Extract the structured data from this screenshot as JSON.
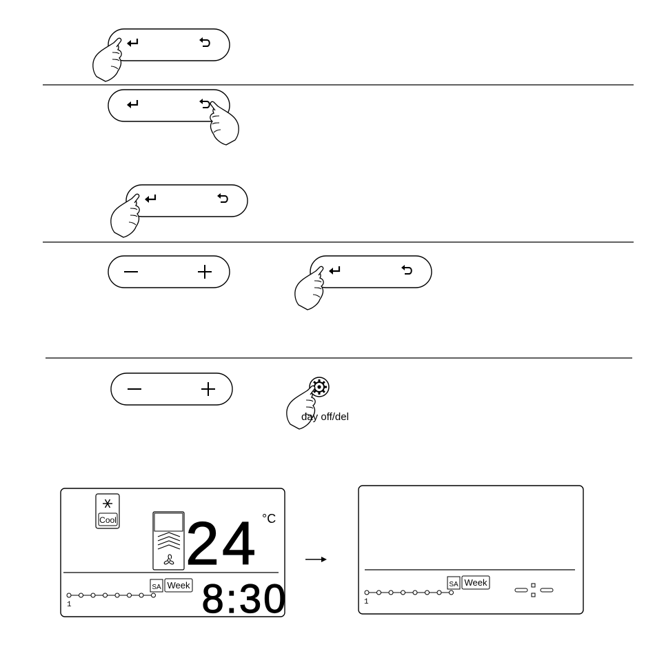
{
  "steps": [
    {
      "buttons": [
        "enter",
        "back"
      ],
      "press": "enter"
    },
    {
      "buttons": [
        "enter",
        "back"
      ],
      "press": "back"
    },
    {
      "buttons": [
        "enter",
        "back"
      ],
      "press": "enter"
    },
    {
      "buttons": [
        "minus",
        "plus"
      ],
      "press": ""
    },
    {
      "buttons": [
        "enter",
        "back"
      ],
      "press": "enter"
    },
    {
      "buttons": [
        "minus",
        "plus"
      ],
      "press": ""
    },
    {
      "buttons": [
        "gear"
      ],
      "press": "gear"
    }
  ],
  "icons": {
    "enter": "enter-arrow-icon",
    "back": "return-arrow-icon",
    "minus": "minus-icon",
    "plus": "plus-icon",
    "gear": "gear-icon",
    "hand": "pointing-hand-icon"
  },
  "gear_label": "day off/del",
  "display_before": {
    "mode_label": "Cool",
    "temperature": "24",
    "unit": "°C",
    "time": "8:30",
    "day_badge": "SA",
    "week_badge": "Week",
    "timeline_start": "1"
  },
  "display_after": {
    "day_badge": "SA",
    "week_badge": "Week",
    "timeline_start": "1",
    "time": "--:--"
  },
  "arrow": "right-arrow-icon"
}
